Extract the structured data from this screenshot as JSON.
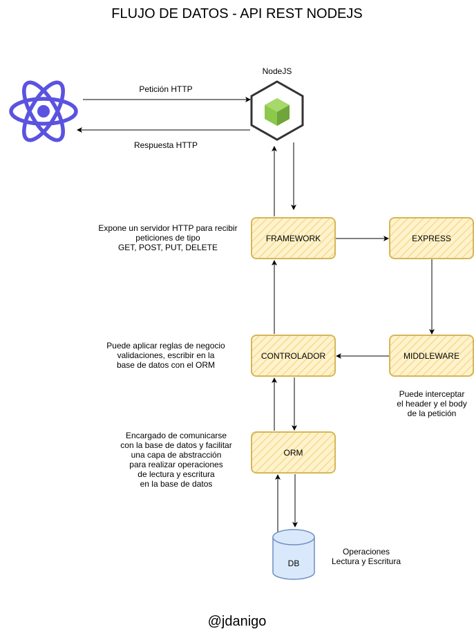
{
  "title": "FLUJO DE DATOS - API REST NODEJS",
  "credit": "@jdanigo",
  "colors": {
    "box_fill": "#fff2cc",
    "box_stroke": "#d6b656",
    "react_icon": "#5a53e0",
    "node_icon_green": "#8cc84b",
    "node_icon_outline": "#333333",
    "db_fill": "#dae8fc",
    "db_stroke": "#6c8ebf",
    "arrow": "#000000"
  },
  "icons": {
    "client": "react-atom-icon",
    "server": "nodejs-hexagon-icon"
  },
  "nodes": {
    "nodejs": "NodeJS",
    "framework": "FRAMEWORK",
    "express": "EXPRESS",
    "controlador": "CONTROLADOR",
    "middleware": "MIDDLEWARE",
    "orm": "ORM",
    "db": "DB"
  },
  "edges": {
    "request": "Petición HTTP",
    "response": "Respuesta HTTP"
  },
  "notes": {
    "framework": "Expone un servidor HTTP para recibir\npeticiones de tipo\nGET, POST, PUT, DELETE",
    "controlador": "Puede aplicar reglas de negocio\nvalidaciones, escribir en la\nbase de datos con el ORM",
    "middleware": "Puede interceptar\nel header y el body\nde la petición",
    "orm": "Encargado de comunicarse\ncon la base de datos y facilitar\nuna capa de abstracción\npara realizar operaciones\nde lectura y escritura\nen la base de datos",
    "db": "Operaciones\nLectura y Escritura"
  }
}
